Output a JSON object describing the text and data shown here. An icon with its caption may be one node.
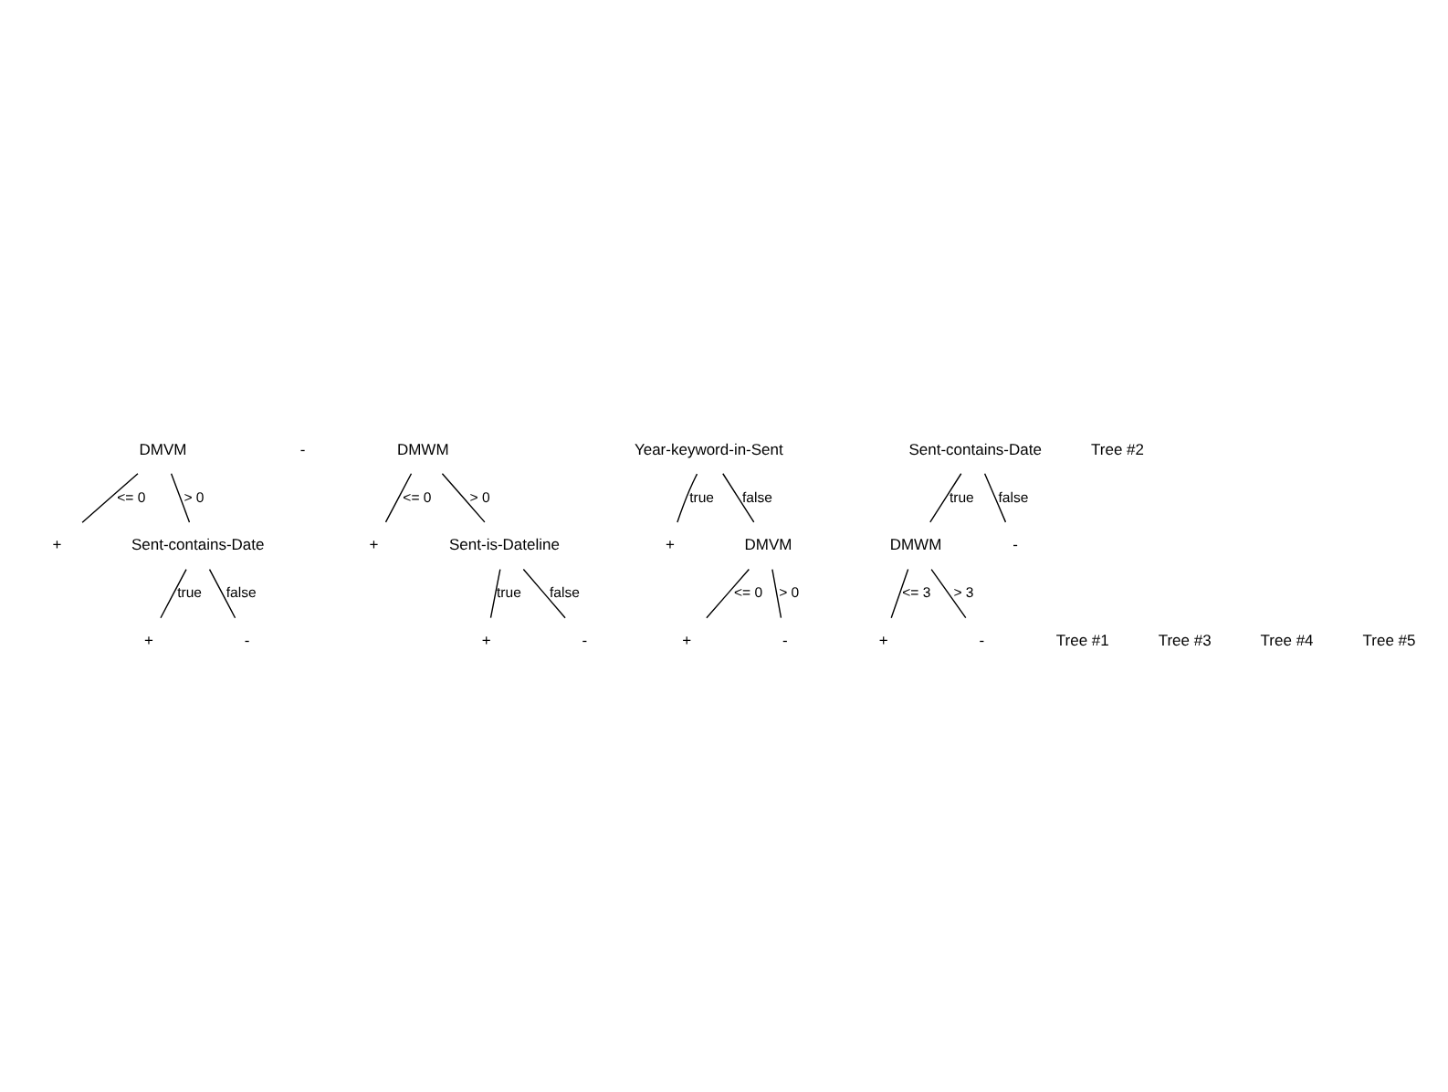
{
  "diagram": {
    "nodes": [
      {
        "text": [
          "DMVM"
        ]
      },
      {
        "text": [
          "+"
        ]
      },
      {
        "text": [
          "Sent-contains-Date"
        ]
      },
      {
        "text": [
          "+"
        ]
      },
      {
        "text": [
          "-"
        ]
      },
      {
        "text": [
          "-"
        ]
      },
      {
        "text": [
          "DMWM"
        ]
      },
      {
        "text": [
          "+"
        ]
      },
      {
        "text": [
          "Sent-is-Dateline"
        ]
      },
      {
        "text": [
          "+"
        ]
      },
      {
        "text": [
          "-"
        ]
      },
      {
        "text": [
          "Year-keyword-in-Sent"
        ]
      },
      {
        "text": [
          "+"
        ]
      },
      {
        "text": [
          "DMVM"
        ]
      },
      {
        "text": [
          "+"
        ]
      },
      {
        "text": [
          "-"
        ]
      },
      {
        "text": [
          "Sent-contains-Date"
        ]
      },
      {
        "text": [
          "DMWM"
        ]
      },
      {
        "text": [
          "-"
        ]
      },
      {
        "text": [
          "+"
        ]
      },
      {
        "text": [
          "-"
        ]
      }
    ],
    "edges": [
      {
        "from": 0,
        "to": 1,
        "arrow": "none",
        "label": "<= 0"
      },
      {
        "from": 0,
        "to": 2,
        "arrow": "none",
        "label": "> 0"
      },
      {
        "from": 2,
        "to": 3,
        "arrow": "none",
        "label": "true"
      },
      {
        "from": 2,
        "to": 4,
        "arrow": "none",
        "label": "false"
      },
      {
        "from": 6,
        "to": 7,
        "arrow": "none",
        "label": "<= 0"
      },
      {
        "from": 6,
        "to": 8,
        "arrow": "none",
        "label": "> 0"
      },
      {
        "from": 8,
        "to": 9,
        "arrow": "none",
        "label": "true"
      },
      {
        "from": 8,
        "to": 10,
        "arrow": "none",
        "label": "false"
      },
      {
        "from": 11,
        "to": 12,
        "arrow": "none",
        "label": "true"
      },
      {
        "from": 11,
        "to": 13,
        "arrow": "none",
        "label": "false"
      },
      {
        "from": 13,
        "to": 14,
        "arrow": "none",
        "label": "<= 0"
      },
      {
        "from": 13,
        "to": 15,
        "arrow": "none",
        "label": "> 0"
      },
      {
        "from": 16,
        "to": 17,
        "arrow": "none",
        "label": "true"
      },
      {
        "from": 16,
        "to": 18,
        "arrow": "none",
        "label": "false"
      },
      {
        "from": 17,
        "to": 19,
        "arrow": "none",
        "label": "<= 3"
      },
      {
        "from": 17,
        "to": 20,
        "arrow": "none",
        "label": "> 3"
      }
    ],
    "labels": [
      "Tree #1",
      "Tree #2",
      "Tree #3",
      "Tree #4",
      "Tree #5"
    ]
  }
}
